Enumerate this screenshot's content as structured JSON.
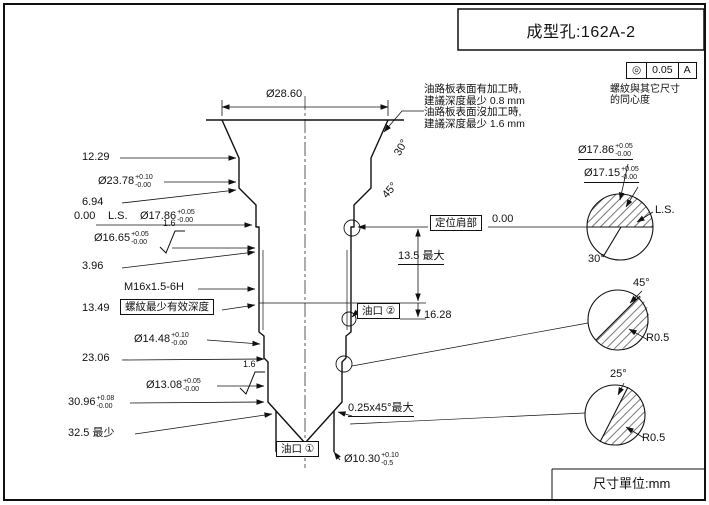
{
  "title_block": {
    "title": "成型孔:162A-2"
  },
  "gdt": {
    "symbol": "◎",
    "tolerance": "0.05",
    "datum": "A",
    "note_line1": "螺紋與其它尺寸",
    "note_line2": "的同心度"
  },
  "notes": {
    "line1": "油路板表面有加工時,",
    "line2": "建議深度最少 0.8 mm",
    "line3": "油路板表面沒加工時,",
    "line4": "建議深度最少 1.6 mm"
  },
  "footer": {
    "units": "尺寸單位:mm"
  },
  "dims": {
    "dia_top": "Ø28.60",
    "depth_1229": "12.29",
    "dia_2378": {
      "v": "Ø23.78",
      "p": "+0.10",
      "m": "-0.00"
    },
    "depth_694": "6.94",
    "depth_000": "0.00",
    "ls": "L.S.",
    "dia_1786": {
      "v": "Ø17.86",
      "p": "+0.05",
      "m": "-0.00"
    },
    "dia_1665": {
      "v": "Ø16.65",
      "p": "+0.05",
      "m": "-0.00"
    },
    "finish_1665": "1.6",
    "depth_396": "3.96",
    "thread_spec": "M16x1.5-6H",
    "depth_1349": "13.49",
    "thread_depth_note": "螺紋最少有效深度",
    "dia_1448": {
      "v": "Ø14.48",
      "p": "+0.10",
      "m": "-0.00"
    },
    "depth_2306": "23.06",
    "dia_1308": {
      "v": "Ø13.08",
      "p": "+0.05",
      "m": "-0.00"
    },
    "finish_1308": "1.6",
    "depth_3096": {
      "v": "30.96",
      "p": "+0.08",
      "m": "-0.00"
    },
    "depth_325": "32.5 最少",
    "angle_30": "30°",
    "angle_45": "45°",
    "shoulder_label": "定位肩部",
    "right_000": "0.00",
    "max_135": "13.5 最大",
    "oil_port_2": "油口 ②",
    "depth_1628": "16.28",
    "chamfer_note": "0.25x45°最大",
    "oil_port_1": "油口 ①",
    "dia_1030": {
      "v": "Ø10.30",
      "p": "+0.10",
      "m": "-0.5"
    }
  },
  "details": {
    "a": {
      "dia_1786": {
        "v": "Ø17.86",
        "p": "+0.05",
        "m": "-0.00"
      },
      "dia_1715": {
        "v": "Ø17.15",
        "p": "+0.05",
        "m": "-0.00"
      },
      "ls": "L.S.",
      "angle": "30°"
    },
    "b": {
      "angle": "45°",
      "radius": "R0.5"
    },
    "c": {
      "angle": "25°",
      "radius": "R0.5"
    }
  }
}
